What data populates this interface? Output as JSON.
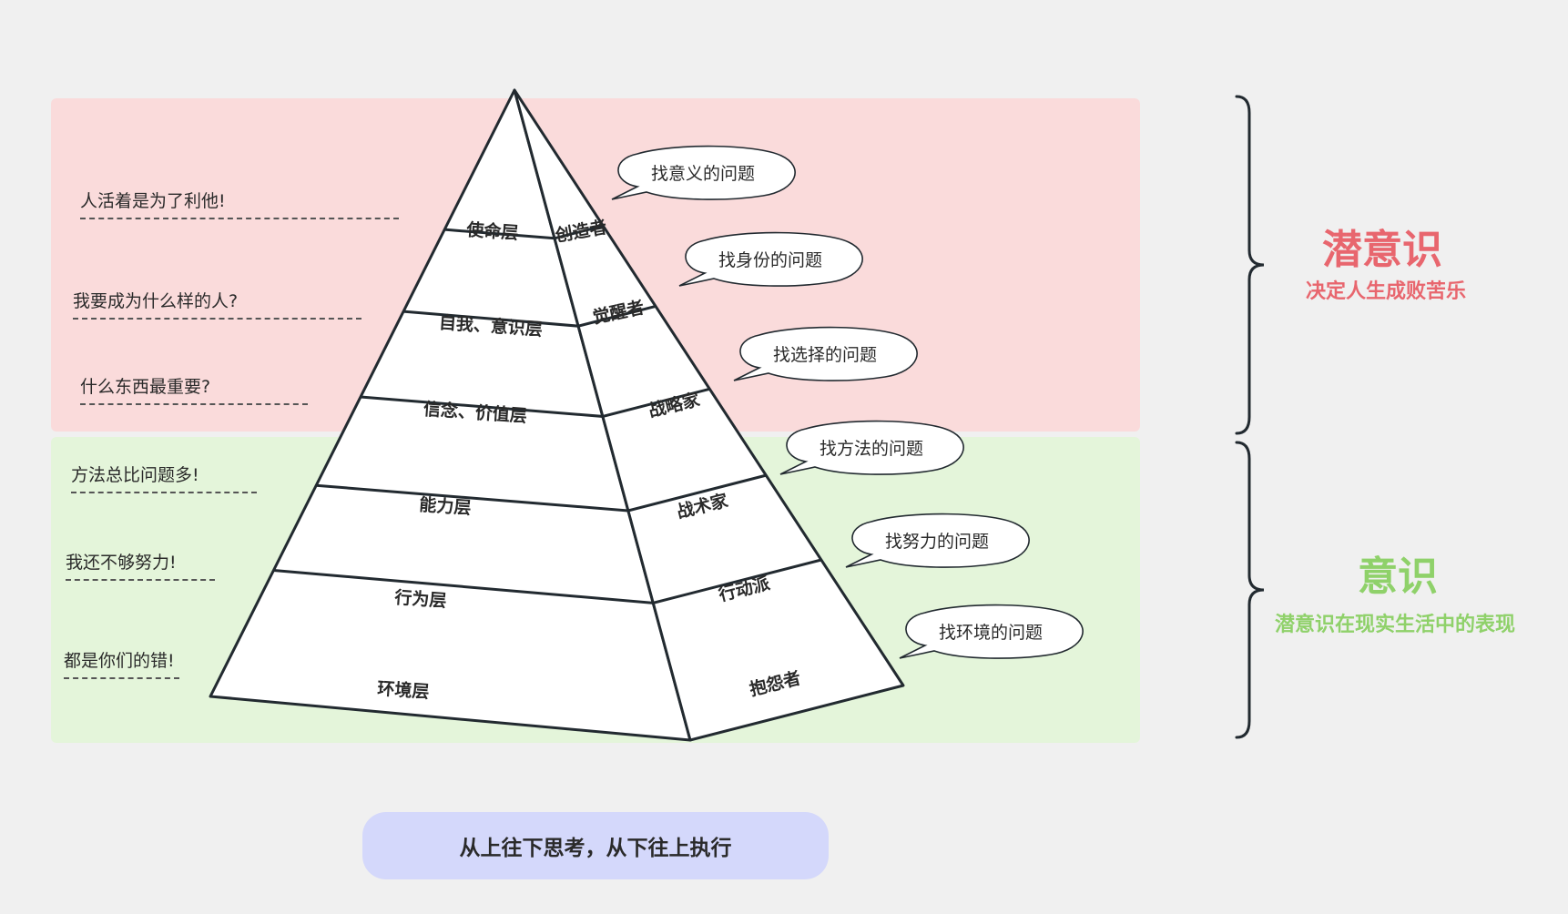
{
  "colors": {
    "top_band": "#fadbdb",
    "bottom_band": "#e4f5da",
    "subconscious": "#e8666e",
    "conscious": "#8fd16a",
    "outline": "#222a30",
    "footer_bg": "#d4d8fb"
  },
  "questions": [
    {
      "text": "人活着是为了利他!"
    },
    {
      "text": "我要成为什么样的人?"
    },
    {
      "text": "什么东西最重要?"
    },
    {
      "text": "方法总比问题多!"
    },
    {
      "text": "我还不够努力!"
    },
    {
      "text": "都是你们的错!"
    }
  ],
  "layers": [
    {
      "name": "使命层",
      "role": "创造者",
      "bubble": "找意义的问题"
    },
    {
      "name": "自我、意识层",
      "role": "觉醒者",
      "bubble": "找身份的问题"
    },
    {
      "name": "信念、价值层",
      "role": "战略家",
      "bubble": "找选择的问题"
    },
    {
      "name": "能力层",
      "role": "战术家",
      "bubble": "找方法的问题"
    },
    {
      "name": "行为层",
      "role": "行动派",
      "bubble": "找努力的问题"
    },
    {
      "name": "环境层",
      "role": "抱怨者",
      "bubble": "找环境的问题"
    }
  ],
  "subconscious": {
    "title": "潜意识",
    "subtitle": "决定人生成败苦乐"
  },
  "conscious": {
    "title": "意识",
    "subtitle": "潜意识在现实生活中的表现"
  },
  "footer": {
    "text": "从上往下思考，从下往上执行"
  }
}
